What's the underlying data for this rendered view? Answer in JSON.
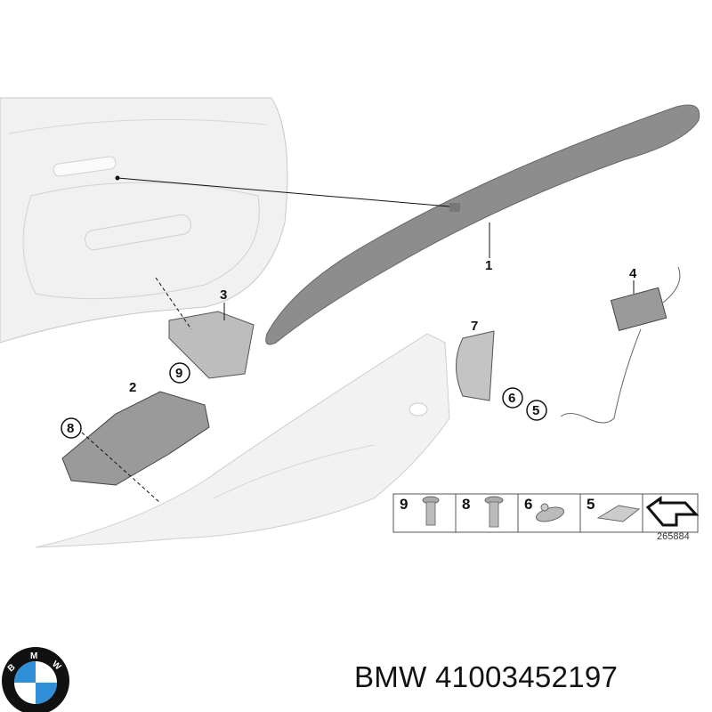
{
  "diagram": {
    "callouts": [
      "1",
      "2",
      "3",
      "4",
      "5",
      "6",
      "7",
      "8",
      "9"
    ],
    "legend": [
      {
        "number": "9",
        "part": "screw-countersunk-icon"
      },
      {
        "number": "8",
        "part": "screw-washer-icon"
      },
      {
        "number": "6",
        "part": "grommet-nut-icon"
      },
      {
        "number": "5",
        "part": "clip-nut-icon"
      },
      {
        "number": "",
        "part": "arrow-icon"
      }
    ],
    "diagram_id": "265884"
  },
  "footer": {
    "brand_logo_text": "BMW",
    "part_number": "BMW 41003452197",
    "logo_colors": {
      "ring": "#111111",
      "blue": "#2f8fd6",
      "white": "#ffffff"
    }
  }
}
